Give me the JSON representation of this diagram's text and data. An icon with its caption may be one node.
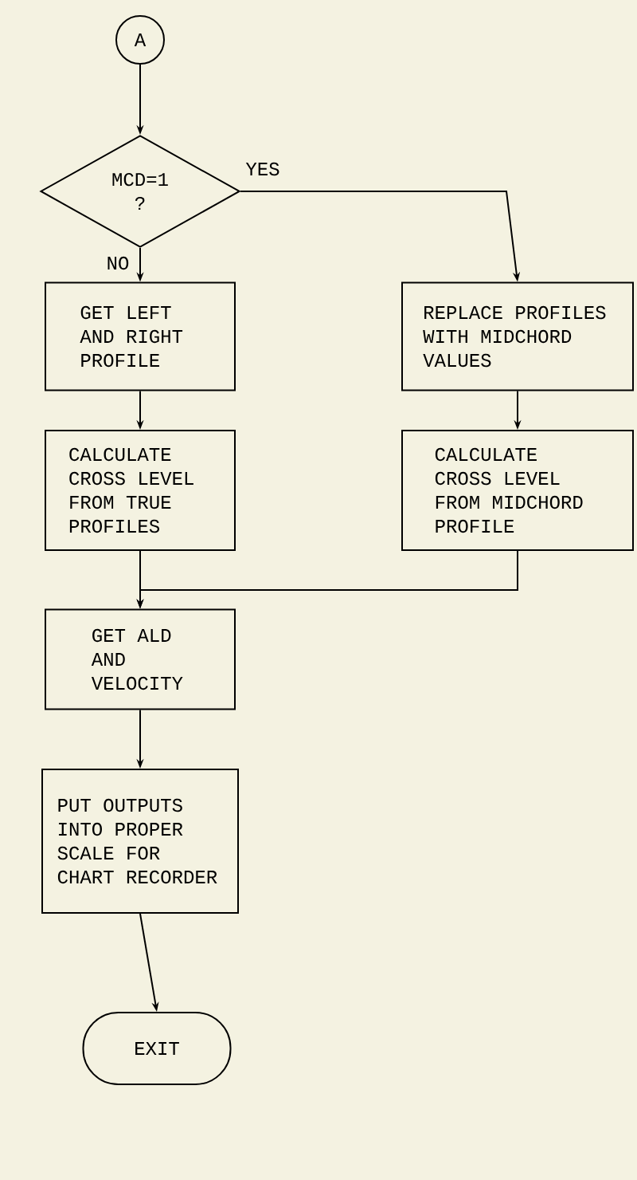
{
  "diagram": {
    "nodes": [
      {
        "text": [
          "A"
        ]
      },
      {
        "text": [
          "MCD=1 ?"
        ]
      },
      {
        "text": [
          "GET LEFT AND RIGHT PROFILE"
        ]
      },
      {
        "text": [
          "REPLACE PROFILES WITH MIDCHORD VALUES"
        ]
      },
      {
        "text": [
          "CALCULATE CROSS LEVEL FROM TRUE PROFILES"
        ]
      },
      {
        "text": [
          "CALCULATE CROSS LEVEL FROM MIDCHORD PROFILE"
        ]
      },
      {
        "text": [
          "GET ALD AND VELOCITY"
        ]
      },
      {
        "text": [
          "PUT OUTPUTS INTO PROPER SCALE FOR CHART RECORDER"
        ]
      },
      {
        "text": [
          "EXIT"
        ]
      }
    ],
    "edges": [
      {
        "from": 0,
        "to": 1,
        "arrow": "to"
      },
      {
        "from": 1,
        "to": 2,
        "arrow": "to",
        "label": "NO"
      },
      {
        "from": 1,
        "to": 3,
        "arrow": "to",
        "label": "YES"
      },
      {
        "from": 2,
        "to": 4,
        "arrow": "to"
      },
      {
        "from": 3,
        "to": 5,
        "arrow": "to"
      },
      {
        "from": 4,
        "to": 6,
        "arrow": "to"
      },
      {
        "from": 5,
        "to": 6,
        "arrow": "to"
      },
      {
        "from": 6,
        "to": 7,
        "arrow": "to"
      },
      {
        "from": 7,
        "to": 8,
        "arrow": "to"
      }
    ]
  }
}
